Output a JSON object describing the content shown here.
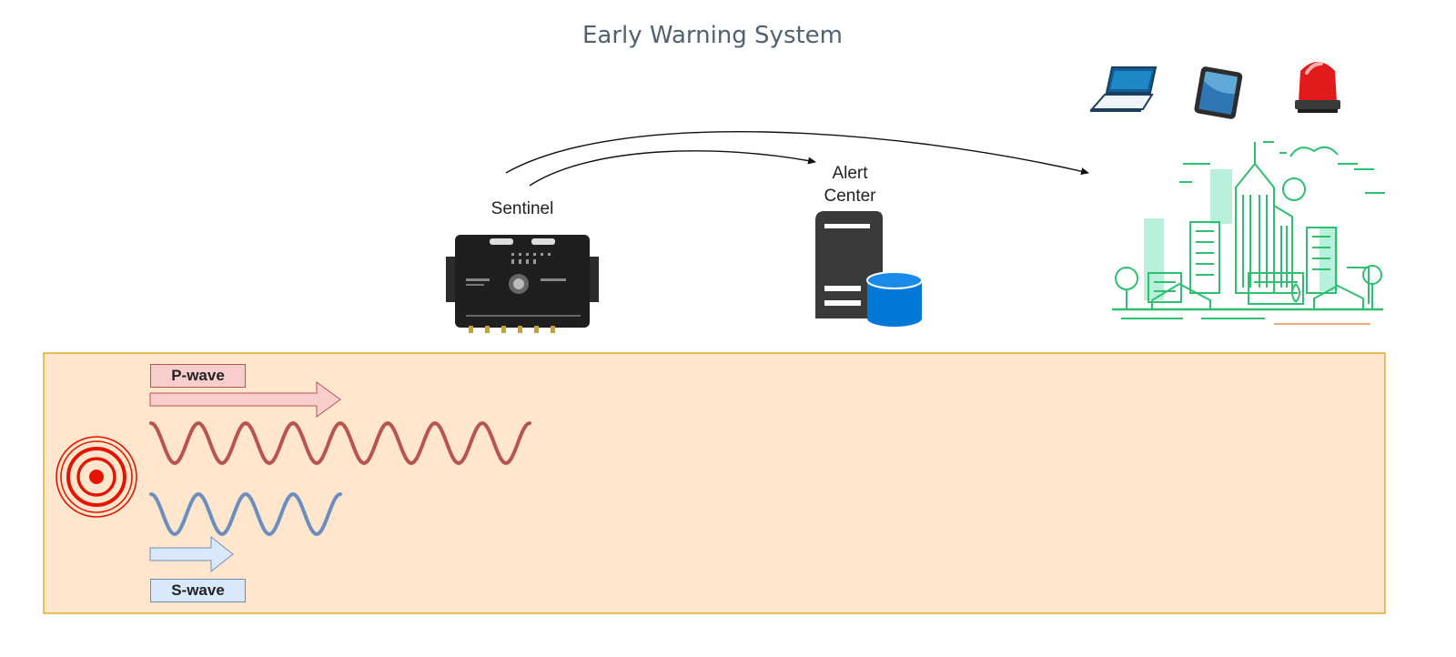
{
  "diagram": {
    "title": "Early Warning System",
    "nodes": {
      "sentinel": {
        "label": "Sentinel"
      },
      "alert_center": {
        "label_line1": "Alert",
        "label_line2": "Center"
      }
    },
    "waves": {
      "p_wave": {
        "label": "P-wave",
        "color": "#b85450",
        "fill": "#f8cecc"
      },
      "s_wave": {
        "label": "S-wave",
        "color": "#6c8ebf",
        "fill": "#dae8fc"
      }
    },
    "ground_fill": "#ffe6cc",
    "ground_border": "#d79b00",
    "epicenter_color": "#e51400",
    "server_color": "#3a3a3a",
    "database_color": "#0078d7",
    "city_color": "#2fbf71"
  }
}
